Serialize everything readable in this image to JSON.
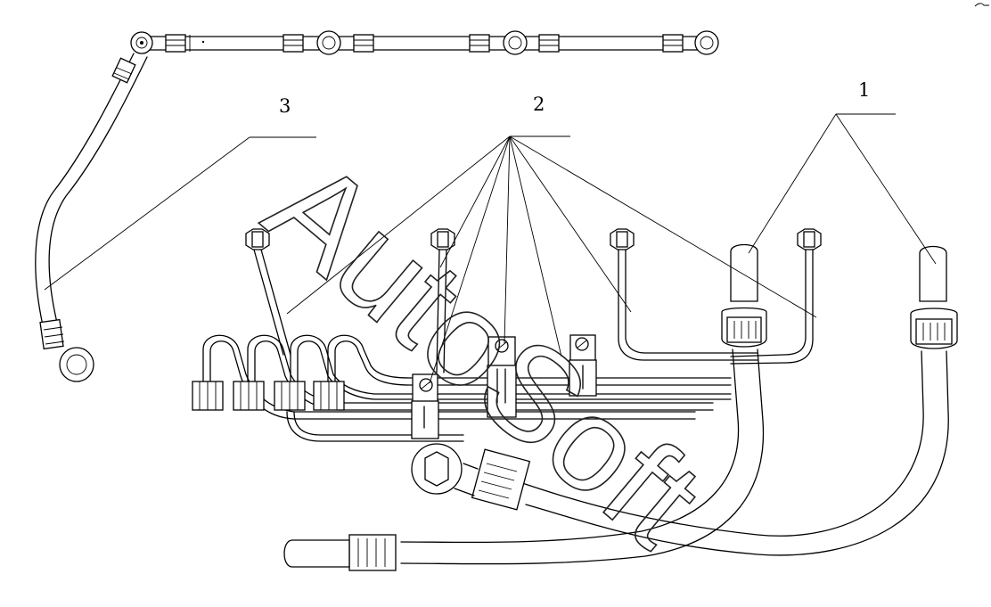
{
  "callouts": [
    {
      "id": "1",
      "label": "1"
    },
    {
      "id": "2",
      "label": "2"
    },
    {
      "id": "3",
      "label": "3"
    }
  ],
  "watermark": {
    "text": "AutoSoft"
  },
  "colors": {
    "line": "#000000",
    "background": "#ffffff"
  }
}
